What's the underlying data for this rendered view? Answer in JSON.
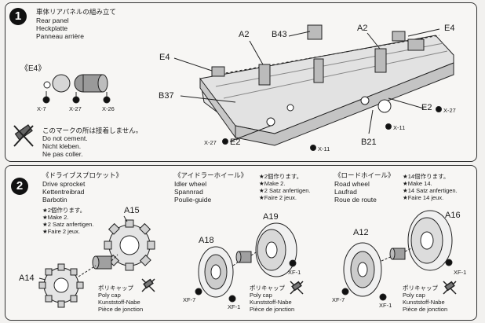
{
  "step1": {
    "number": "1",
    "title_jp": "車体リアパネルの組み立て",
    "title_en": "Rear panel",
    "title_de": "Heckplatte",
    "title_fr": "Panneau arrière",
    "inset_label": "《E4》",
    "parts": {
      "a2_left": "A2",
      "b43": "B43",
      "a2_right": "A2",
      "e4_right": "E4",
      "e4_left": "E4",
      "b37": "B37",
      "e2_left": "E2",
      "e2_right": "E2",
      "b21": "B21"
    },
    "screws": {
      "x7": "X-7",
      "x27_inset": "X-27",
      "x26": "X-26",
      "x27_left": "X-27",
      "x11_left": "X-11",
      "x11_right": "X-11",
      "x27_right": "X-27"
    },
    "warning_jp": "このマークの所は接着しません。",
    "warning_en": "Do not cement.",
    "warning_de": "Nicht kleben.",
    "warning_fr": "Ne pas coller."
  },
  "step2": {
    "number": "2",
    "sprocket": {
      "title_jp": "《ドライブスプロケット》",
      "title_en": "Drive sprocket",
      "title_de": "Kettentreibrad",
      "title_fr": "Barbotin",
      "make_jp": "★2個作ります。",
      "make_en": "★Make 2.",
      "make_de": "★2 Satz anfertigen.",
      "make_fr": "★Faire 2 jeux.",
      "part_a15": "A15",
      "part_a14": "A14",
      "cap_jp": "ポリキャップ",
      "cap_en": "Poly cap",
      "cap_de": "Kunststoff-Nabe",
      "cap_fr": "Pièce de jonction"
    },
    "idler": {
      "title_jp": "《アイドラーホイール》",
      "title_en": "Idler wheel",
      "title_de": "Spannrad",
      "title_fr": "Poulie-guide",
      "make_jp": "★2個作ります。",
      "make_en": "★Make 2.",
      "make_de": "★2 Satz anfertigen.",
      "make_fr": "★Faire 2 jeux.",
      "part_a19": "A19",
      "part_a18": "A18",
      "xf7": "XF-7",
      "xf1a": "XF-1",
      "xf1b": "XF-1",
      "cap_jp": "ポリキャップ",
      "cap_en": "Poly cap",
      "cap_de": "Kunststoff-Nabe",
      "cap_fr": "Pièce de jonction"
    },
    "road": {
      "title_jp": "《ロードホイール》",
      "title_en": "Road wheel",
      "title_de": "Laufrad",
      "title_fr": "Roue de route",
      "make_jp": "★14個作ります。",
      "make_en": "★Make 14.",
      "make_de": "★14 Satz anfertigen.",
      "make_fr": "★Faire 14 jeux.",
      "part_a16": "A16",
      "part_a12": "A12",
      "xf7": "XF-7",
      "xf1a": "XF-1",
      "xf1b": "XF-1",
      "cap_jp": "ポリキャップ",
      "cap_en": "Poly cap",
      "cap_de": "Kunststoff-Nabe",
      "cap_fr": "Pièce de jonction"
    }
  },
  "colors": {
    "ink": "#1a1a1a",
    "paper": "#f7f6f4",
    "part_gray": "#bdbdbd"
  }
}
